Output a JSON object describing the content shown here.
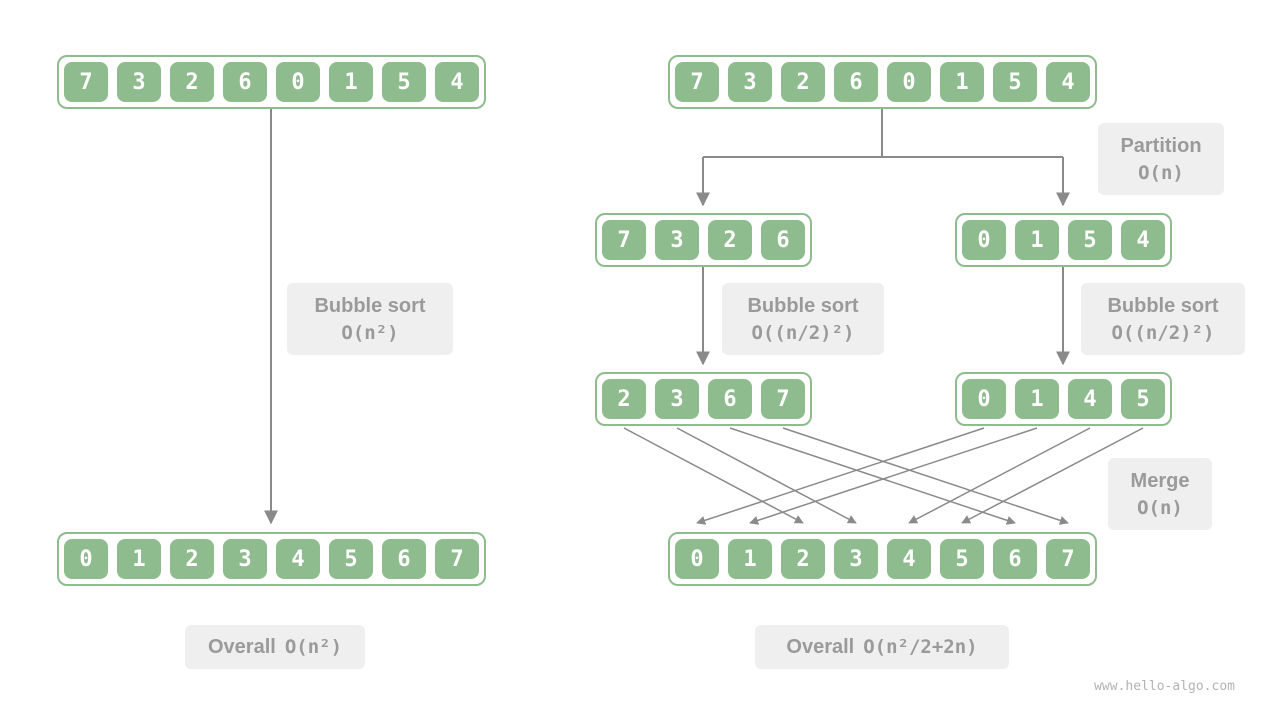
{
  "page": {
    "watermark": "www.hello-algo.com"
  },
  "colors": {
    "cell_green": "#8fbc8f",
    "cell_text": "#ffffff",
    "label_bg": "#efefef",
    "label_text": "#9a9a9a",
    "arrow": "#8a8a8a"
  },
  "left": {
    "top_array": [
      "7",
      "3",
      "2",
      "6",
      "0",
      "1",
      "5",
      "4"
    ],
    "bottom_array": [
      "0",
      "1",
      "2",
      "3",
      "4",
      "5",
      "6",
      "7"
    ],
    "bubble_label": {
      "title": "Bubble sort",
      "complexity": "O(n²)"
    },
    "overall": {
      "title": "Overall",
      "complexity": "O(n²)"
    }
  },
  "right": {
    "top_array": [
      "7",
      "3",
      "2",
      "6",
      "0",
      "1",
      "5",
      "4"
    ],
    "sub_left": [
      "7",
      "3",
      "2",
      "6"
    ],
    "sub_right": [
      "0",
      "1",
      "5",
      "4"
    ],
    "sorted_left": [
      "2",
      "3",
      "6",
      "7"
    ],
    "sorted_right": [
      "0",
      "1",
      "4",
      "5"
    ],
    "bottom_array": [
      "0",
      "1",
      "2",
      "3",
      "4",
      "5",
      "6",
      "7"
    ],
    "partition_label": {
      "title": "Partition",
      "complexity": "O(n)"
    },
    "bubble_left_label": {
      "title": "Bubble sort",
      "complexity": "O((n/2)²)"
    },
    "bubble_right_label": {
      "title": "Bubble sort",
      "complexity": "O((n/2)²)"
    },
    "merge_label": {
      "title": "Merge",
      "complexity": "O(n)"
    },
    "overall": {
      "title": "Overall",
      "complexity": "O(n²/2+2n)"
    }
  }
}
